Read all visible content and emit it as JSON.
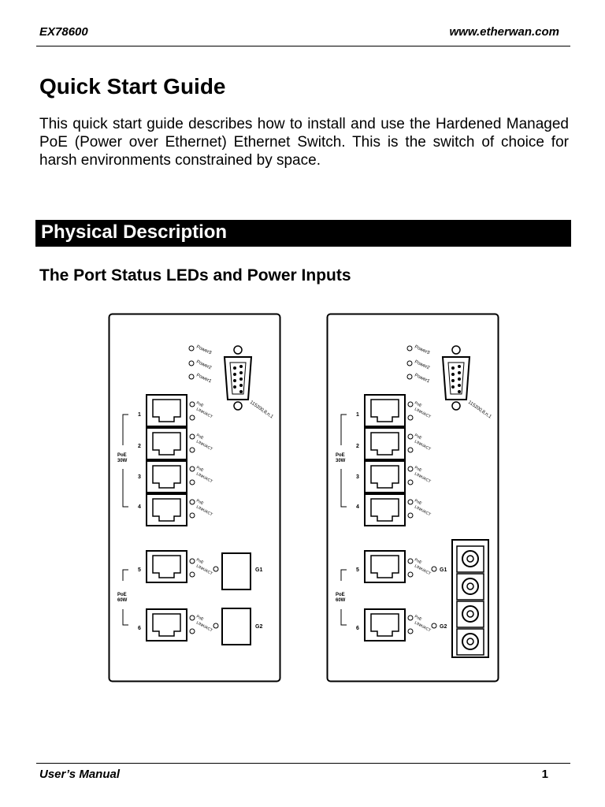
{
  "header": {
    "model": "EX78600",
    "website": "www.etherwan.com"
  },
  "title": "Quick Start Guide",
  "intro": "This quick start guide describes how to install and use the Hardened Managed PoE (Power over Ethernet) Ethernet Switch. This is the switch of choice for harsh environments constrained by space.",
  "section": {
    "title": "Physical Description"
  },
  "subsection": {
    "title": "The Port Status LEDs and Power Inputs"
  },
  "diagram": {
    "power_leds": [
      "Power3",
      "Power2",
      "Power1"
    ],
    "serial_label": "115200,8,n,1",
    "led_poe": "PoE",
    "led_link": "LINK/ACT",
    "group1_label": [
      "PoE",
      "30W"
    ],
    "group2_label": [
      "PoE",
      "60W"
    ],
    "port_numbers": [
      "1",
      "2",
      "3",
      "4",
      "5",
      "6"
    ],
    "gigabit_labels": [
      "G1",
      "G2"
    ]
  },
  "footer": {
    "label": "User’s Manual",
    "page": "1"
  }
}
